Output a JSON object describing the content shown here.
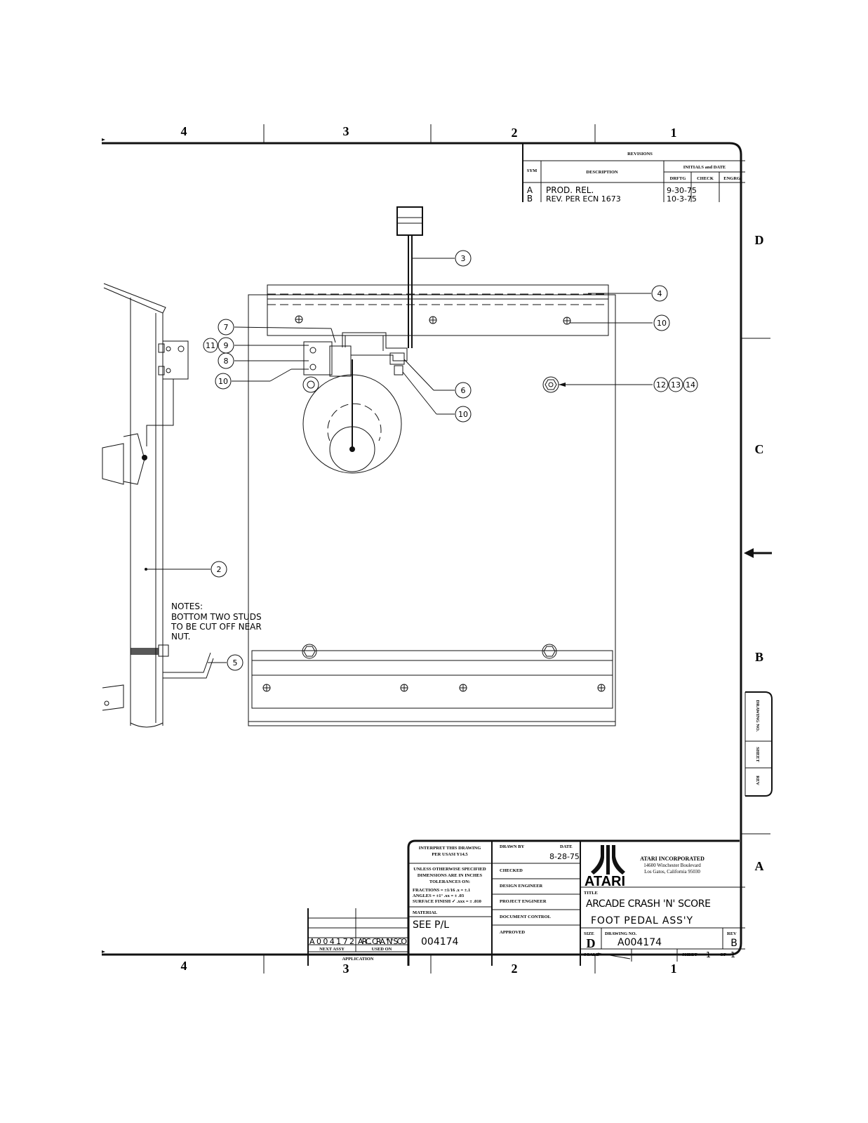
{
  "zones_top": [
    "4",
    "3",
    "2",
    "1"
  ],
  "zones_bottom": [
    "4",
    "3",
    "2",
    "1"
  ],
  "zones_right": [
    "D",
    "C",
    "B",
    "A"
  ],
  "revisions": {
    "title": "REVISIONS",
    "col_sym": "SYM",
    "col_desc": "DESCRIPTION",
    "col_initials": "INITIALS and DATE",
    "col_drftg": "DRFTG",
    "col_check": "CHECK",
    "col_engrg": "ENGRG.",
    "rows": [
      {
        "sym": "A",
        "desc": "PROD. REL.",
        "date": "9-30-75"
      },
      {
        "sym": "B",
        "desc": "REV. PER ECN 1673",
        "date": "10-3-75"
      }
    ]
  },
  "callouts": [
    "3",
    "4",
    "10",
    "7",
    "11",
    "9",
    "8",
    "10",
    "6",
    "10",
    "12",
    "13",
    "14",
    "2",
    "5"
  ],
  "notes": {
    "title": "NOTES:",
    "line1": "BOTTOM TWO STUDS",
    "line2": "TO BE CUT OFF NEAR",
    "line3": "NUT."
  },
  "side_tab": {
    "drawing_no": "DRAWING NO.",
    "sheet": "SHEET",
    "rev": "REV"
  },
  "title_block": {
    "interpret1": "INTERPRET THIS DRAWING",
    "interpret2": "PER USASI Y14.5",
    "unless1": "UNLESS OTHERWISE SPECIFIED",
    "unless2": "DIMENSIONS ARE IN INCHES",
    "unless3": "TOLERANCES ON:",
    "fractions": "FRACTIONS = ±1/16   .x = ±.1",
    "angles": "ANGLES = ±1°   .xx = ± .03",
    "surface": "SURFACE FINISH ✓   .xxx = ± .010",
    "material_label": "MATERIAL",
    "material_value1": "SEE P/L",
    "material_value2": "004174",
    "drawn_by": "DRAWN BY",
    "date_label": "DATE",
    "date_value": "8-28-75",
    "checked": "CHECKED",
    "design_engineer": "DESIGN ENGINEER",
    "project_engineer": "PROJECT ENGINEER",
    "document_control": "DOCUMENT CONTROL",
    "approved": "APPROVED",
    "logo_text": "ATARI",
    "company": "ATARI INCORPORATED",
    "address1": "14600 Winchester Boulevard",
    "address2": "Los Gatos, California 95030",
    "title_label": "TITLE",
    "title_line1": "ARCADE CRASH 'N' SCORE",
    "title_line2": "FOOT PEDAL ASS'Y",
    "size_label": "SIZE",
    "size_value": "D",
    "drawing_no_label": "DRAWING NO.",
    "drawing_no_value": "A004174",
    "rev_label": "REV",
    "rev_value": "B",
    "scale_label": "SCALE",
    "sheet_label": "SHEET",
    "sheet_value": "1",
    "of_label": "OF",
    "of_value": "1"
  },
  "application": {
    "next_assy_value": "A004172",
    "used_on_value": "ARC. CRA. 'N' SCO",
    "next_assy_label": "NEXT ASSY",
    "used_on_label": "USED ON",
    "title": "APPLICATION"
  }
}
